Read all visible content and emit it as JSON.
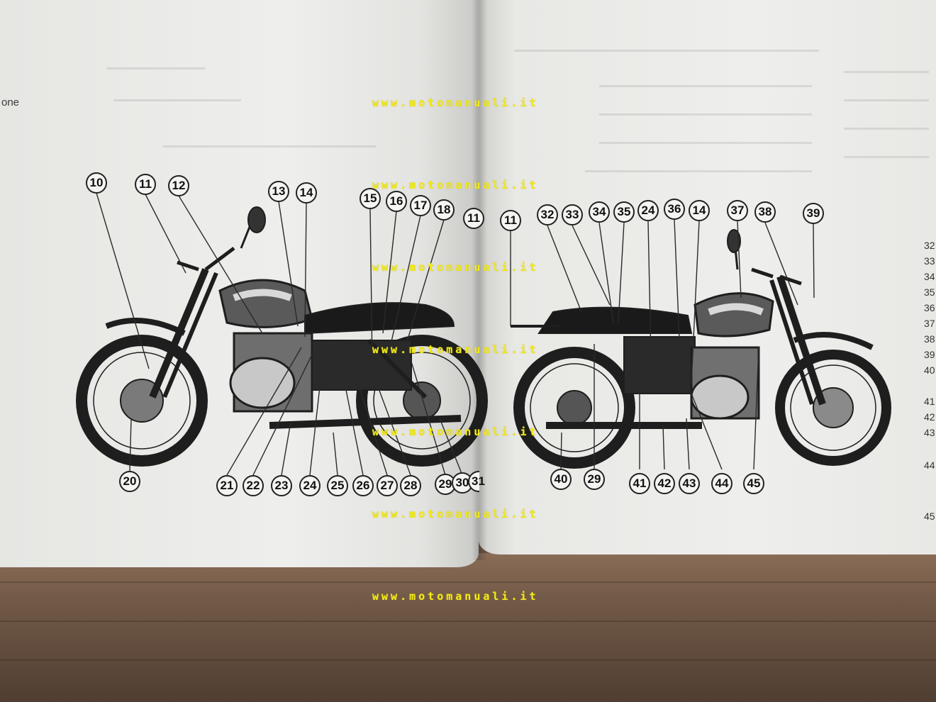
{
  "watermark_text": "www.motomanuali.it",
  "left_page": {
    "fragment_text": "one",
    "callouts_top": [
      "10",
      "11",
      "12",
      "13",
      "14",
      "15",
      "16",
      "17",
      "18",
      "11"
    ],
    "callouts_bottom": [
      "20",
      "21",
      "22",
      "23",
      "24",
      "25",
      "26",
      "27",
      "28",
      "29",
      "30",
      "31"
    ]
  },
  "right_page": {
    "callouts_top": [
      "11",
      "32",
      "33",
      "34",
      "35",
      "24",
      "36",
      "14",
      "37",
      "38",
      "39"
    ],
    "callouts_bottom": [
      "40",
      "29",
      "41",
      "42",
      "43",
      "44",
      "45"
    ],
    "margin_numbers": [
      "32",
      "33",
      "34",
      "35",
      "36",
      "37",
      "38",
      "39",
      "40",
      "41",
      "42",
      "43",
      "44",
      "45"
    ]
  }
}
